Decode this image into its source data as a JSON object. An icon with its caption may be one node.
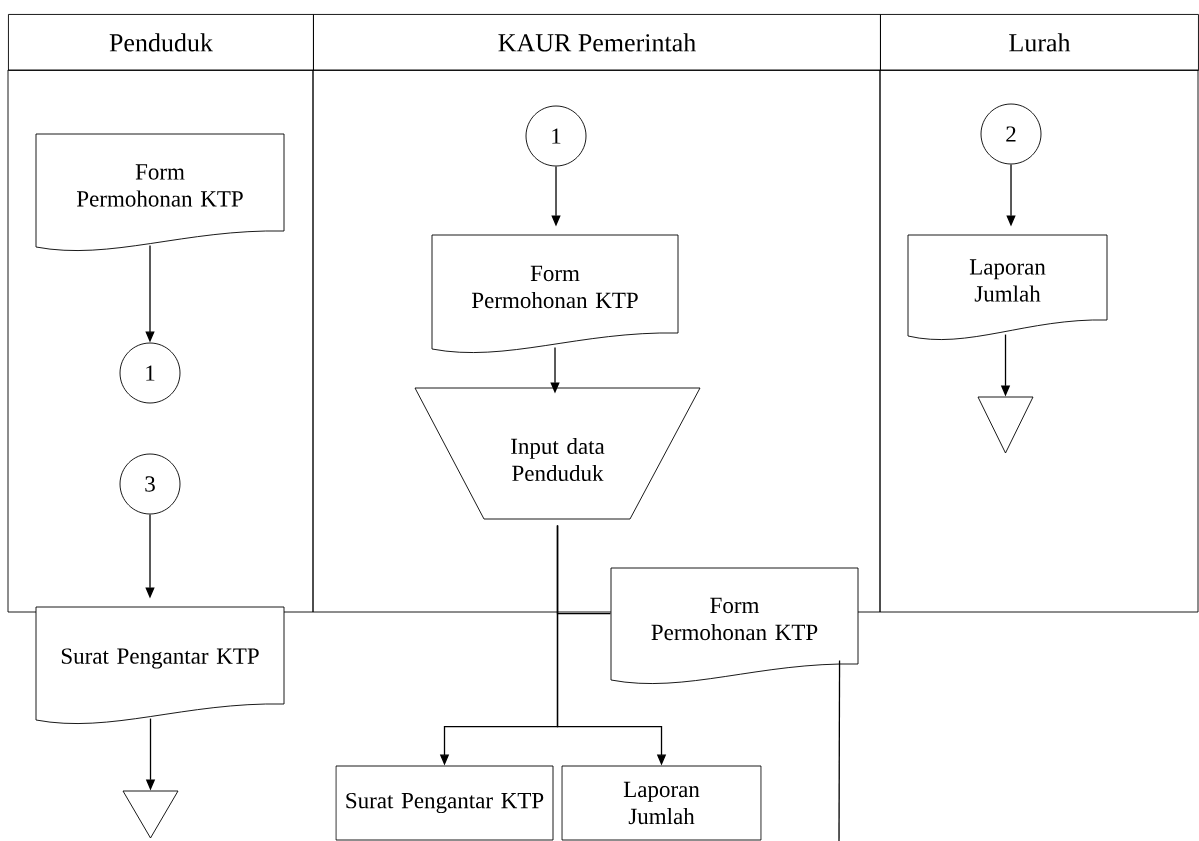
{
  "diagram": {
    "nodes": [
      {
        "text": [
          "Penduduk"
        ]
      },
      {
        "text": [
          "KAUR Pemerintah"
        ]
      },
      {
        "text": [
          "Lurah"
        ]
      },
      {
        "text": [
          "Form Permohonan KTP"
        ],
        "in": 0
      },
      {
        "text": [
          "1"
        ],
        "in": 0
      },
      {
        "text": [
          "3"
        ],
        "in": 0
      },
      {
        "text": [
          "Surat Pengantar KTP"
        ]
      },
      {
        "text": [],
        "shape": "triangle"
      },
      {
        "text": [
          "1"
        ],
        "in": 1
      },
      {
        "text": [
          "Form Permohonan KTP"
        ],
        "in": 1
      },
      {
        "text": [
          "Input data Penduduk"
        ],
        "in": 1
      },
      {
        "text": [
          "Form Permohonan KTP"
        ]
      },
      {
        "text": [
          "Surat Pengantar KTP"
        ]
      },
      {
        "text": [
          "Laporan Jumlah"
        ]
      },
      {
        "text": [
          "2"
        ],
        "in": 2
      },
      {
        "text": [
          "Laporan Jumlah"
        ],
        "in": 2
      },
      {
        "text": [],
        "shape": "triangle",
        "in": 2
      }
    ],
    "edges": [
      {
        "from": 3,
        "to": 4,
        "arrow": "to"
      },
      {
        "from": 5,
        "to": 6,
        "arrow": "to"
      },
      {
        "from": 6,
        "to": 7,
        "arrow": "to"
      },
      {
        "from": 8,
        "to": 9,
        "arrow": "to"
      },
      {
        "from": 9,
        "to": 10,
        "arrow": "to"
      },
      {
        "from": 10,
        "to": 12,
        "arrow": "to"
      },
      {
        "from": 10,
        "to": 13,
        "arrow": "to"
      },
      {
        "from": 10,
        "to": 11,
        "arrow": "none"
      },
      {
        "from": 11,
        "to": null,
        "arrow": "none"
      },
      {
        "from": 14,
        "to": 15,
        "arrow": "to"
      },
      {
        "from": 15,
        "to": 16,
        "arrow": "to"
      }
    ]
  }
}
